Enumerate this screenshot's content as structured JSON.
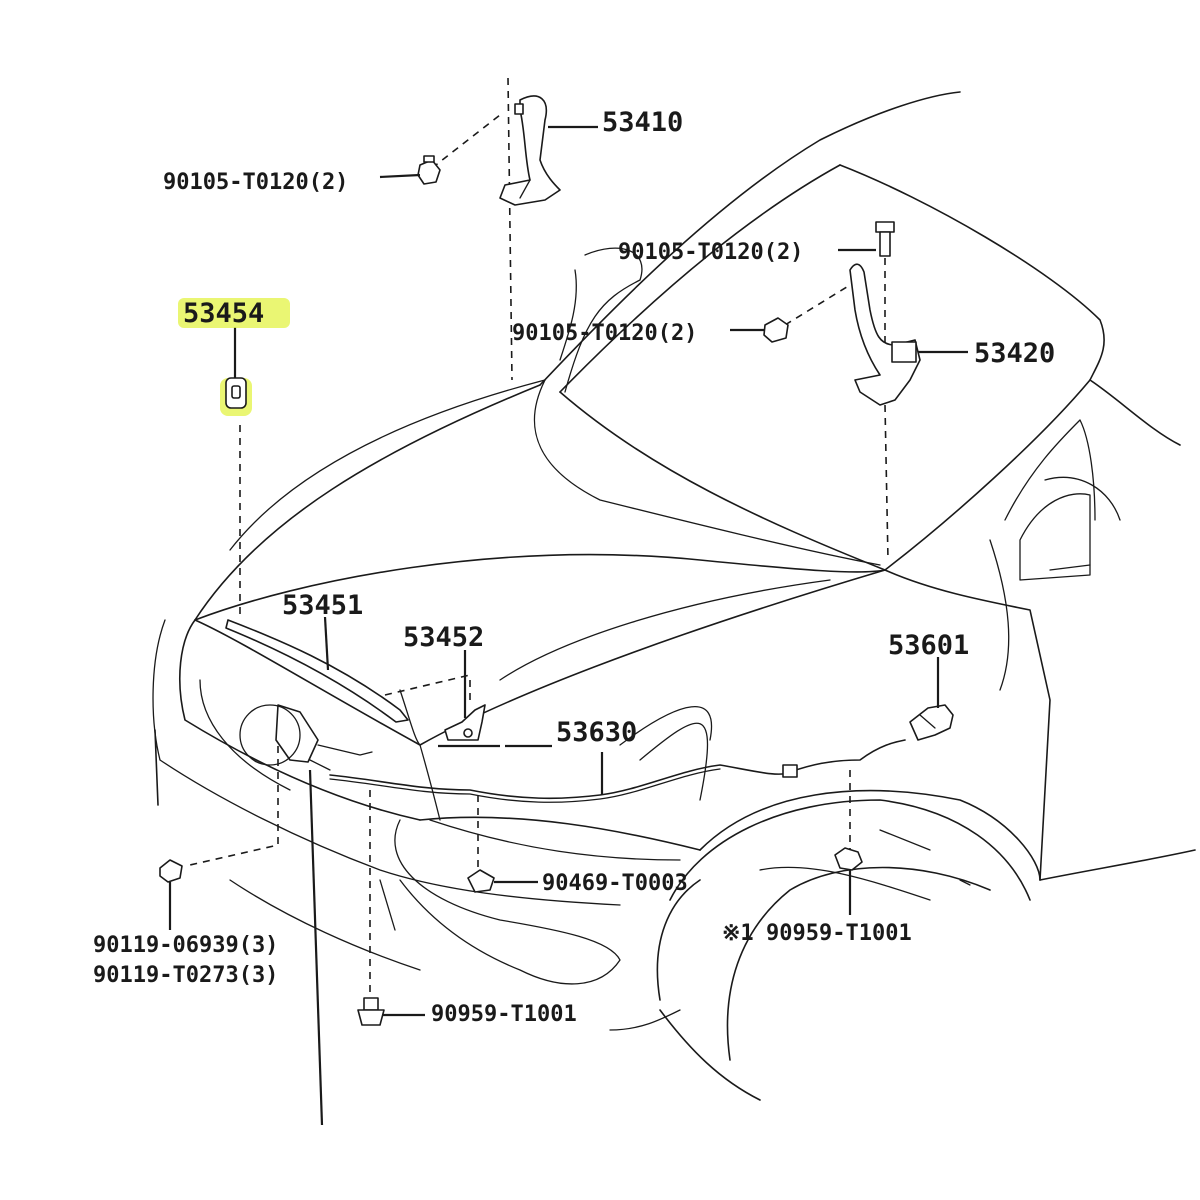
{
  "parts": {
    "p53410": "53410",
    "p53420": "53420",
    "p53454": "53454",
    "p53451": "53451",
    "p53452": "53452",
    "p53601": "53601",
    "p53630": "53630",
    "bolt_hinge_left": "90105-T0120(2)",
    "bolt_hinge_right_top": "90105-T0120(2)",
    "bolt_hinge_right_mid": "90105-T0120(2)",
    "clip_90469": "90469-T0003",
    "clip_90959_right": "90959-T1001",
    "clip_90959_right_mark": "※1",
    "clip_90959_lower": "90959-T1001",
    "bolt_90119_a": "90119-06939(3)",
    "bolt_90119_b": "90119-T0273(3)"
  },
  "colors": {
    "line": "#1a1a1a",
    "highlight": "#e6f55a",
    "background": "#ffffff"
  }
}
